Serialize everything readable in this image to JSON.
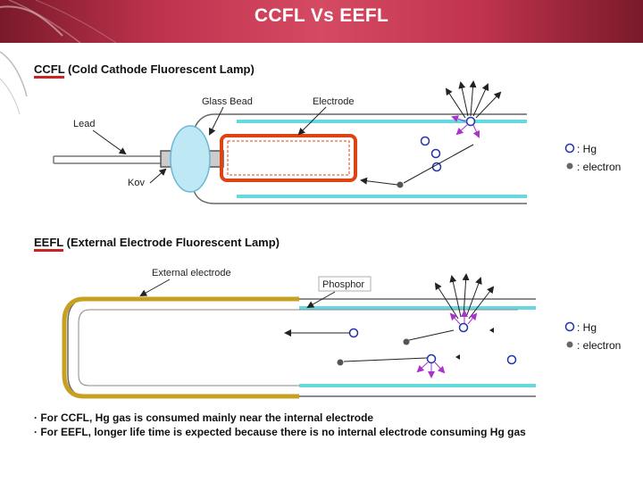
{
  "header": {
    "title": "CCFL Vs EEFL"
  },
  "ccfl": {
    "title_prefix": "CCFL",
    "title_rest": " (Cold Cathode Fluorescent Lamp)",
    "labels": {
      "glass_bead": "Glass Bead",
      "electrode": "Electrode",
      "lead": "Lead",
      "kov": "Kov"
    }
  },
  "eefl": {
    "title_prefix": "EEFL",
    "title_rest": " (External Electrode Fluorescent Lamp)",
    "labels": {
      "external_electrode": "External electrode",
      "phosphor": "Phosphor"
    }
  },
  "legend": {
    "hg": ": Hg",
    "electron": ": electron"
  },
  "notes": [
    "· For CCFL, Hg gas is consumed mainly near the internal electrode",
    "· For EEFL, longer life time is expected because there is no internal electrode consuming Hg gas"
  ],
  "colors": {
    "header": "#c0334e",
    "phosphor": "#66d8e0",
    "electrode": "#dd4411",
    "external_electrode": "#c8a020",
    "hg": "#2233aa",
    "electron": "#666666",
    "photon": "#aa33cc"
  }
}
